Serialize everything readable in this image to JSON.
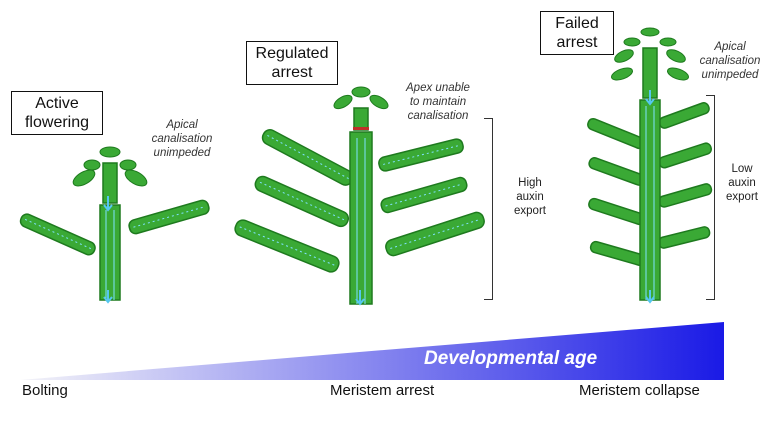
{
  "plants": {
    "active": {
      "label": "Active\nflowering",
      "note": "Apical\ncanalisation\nunimpeded"
    },
    "regulated": {
      "label": "Regulated\narrest",
      "note": "Apex unable\nto maintain\ncanalisation",
      "export_label": "High\nauxin\nexport"
    },
    "failed": {
      "label": "Failed\narrest",
      "note": "Apical\ncanalisation\nunimpeded",
      "export_label": "Low\nauxin\nexport"
    }
  },
  "timeline": {
    "title": "Developmental age",
    "stages": [
      "Bolting",
      "Meristem arrest",
      "Meristem collapse"
    ]
  },
  "colors": {
    "stem": "#3aa935",
    "stem_dark": "#1e7a1e",
    "canal": "#7fe3ff",
    "arrow": "#55c7f0",
    "gradient_start": "#f4f4f8",
    "gradient_end": "#1a1ae6",
    "meristem_red": "#c0302a"
  }
}
